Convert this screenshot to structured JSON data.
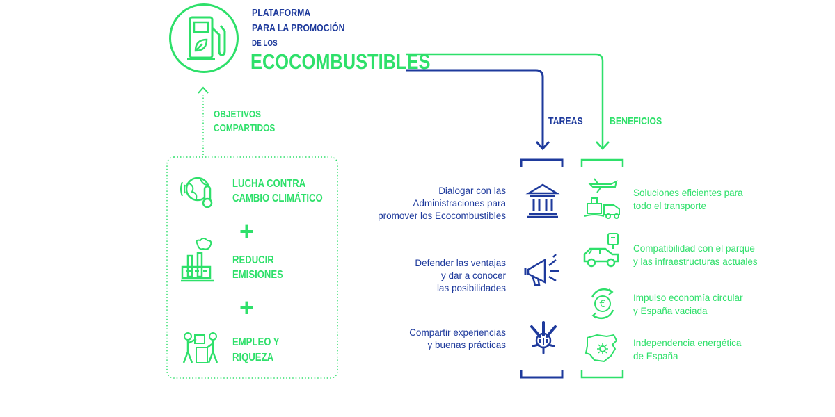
{
  "logo": {
    "icon": "fuel-pump-leaf-icon",
    "title_lines": [
      "PLATAFORMA",
      "PARA LA PROMOCIÓN",
      "DE LOS"
    ],
    "title_big": "ECOCOMBUSTIBLES"
  },
  "shared_goals": {
    "label_lines": [
      "OBJETIVOS",
      "COMPARTIDOS"
    ],
    "items": [
      {
        "icon": "climate-globe-thermometer-icon",
        "lines": [
          "LUCHA CONTRA",
          "CAMBIO CLIMÁTICO"
        ]
      },
      {
        "icon": "factory-emissions-icon",
        "lines": [
          "REDUCIR",
          "EMISIONES"
        ]
      },
      {
        "icon": "workers-icon",
        "lines": [
          "EMPLEO Y",
          "RIQUEZA"
        ]
      }
    ],
    "plus": "+"
  },
  "tasks": {
    "header": "TAREAS",
    "items": [
      {
        "icon": "government-building-icon",
        "lines": [
          "Dialogar con las",
          "Administraciones para",
          "promover los Ecocombustibles"
        ]
      },
      {
        "icon": "megaphone-icon",
        "lines": [
          "Defender las ventajas",
          "y dar a conocer",
          "las posibilidades"
        ]
      },
      {
        "icon": "hands-together-icon",
        "lines": [
          "Compartir experiencias",
          "y buenas prácticas"
        ]
      }
    ]
  },
  "benefits": {
    "header": "BENEFICIOS",
    "items": [
      {
        "icon": "transport-icon",
        "lines": [
          "Soluciones eficientes para",
          "todo el transporte"
        ]
      },
      {
        "icon": "car-fuel-icon",
        "lines": [
          "Compatibilidad con el parque",
          "y las infraestructuras actuales"
        ]
      },
      {
        "icon": "euro-circular-icon",
        "lines": [
          "Impulso economía circular",
          "y España vaciada"
        ]
      },
      {
        "icon": "spain-map-icon",
        "lines": [
          "Independencia energética",
          "de España"
        ]
      }
    ]
  },
  "colors": {
    "green": "#2ee06a",
    "blue": "#1e3a9c"
  }
}
